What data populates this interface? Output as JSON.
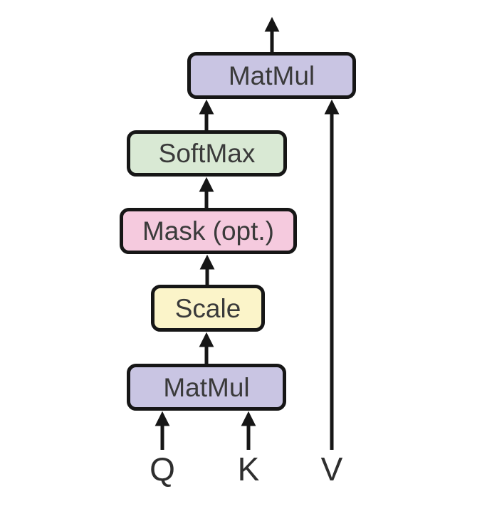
{
  "colors": {
    "matmul_fill": "#c9c5e3",
    "softmax_fill": "#d9e9d4",
    "mask_fill": "#f5cade",
    "scale_fill": "#fbf4c9",
    "stroke": "#161616",
    "text": "#3a3a3a",
    "background": "#ffffff"
  },
  "nodes": {
    "matmul_top": {
      "label": "MatMul"
    },
    "softmax": {
      "label": "SoftMax"
    },
    "mask": {
      "label": "Mask (opt.)"
    },
    "scale": {
      "label": "Scale"
    },
    "matmul_bottom": {
      "label": "MatMul"
    }
  },
  "inputs": {
    "q": {
      "label": "Q"
    },
    "k": {
      "label": "K"
    },
    "v": {
      "label": "V"
    }
  },
  "edges": [
    {
      "from": "Q",
      "to": "MatMul (bottom)"
    },
    {
      "from": "K",
      "to": "MatMul (bottom)"
    },
    {
      "from": "MatMul (bottom)",
      "to": "Scale"
    },
    {
      "from": "Scale",
      "to": "Mask (opt.)"
    },
    {
      "from": "Mask (opt.)",
      "to": "SoftMax"
    },
    {
      "from": "SoftMax",
      "to": "MatMul (top)"
    },
    {
      "from": "V",
      "to": "MatMul (top)"
    },
    {
      "from": "MatMul (top)",
      "to": "output"
    }
  ]
}
